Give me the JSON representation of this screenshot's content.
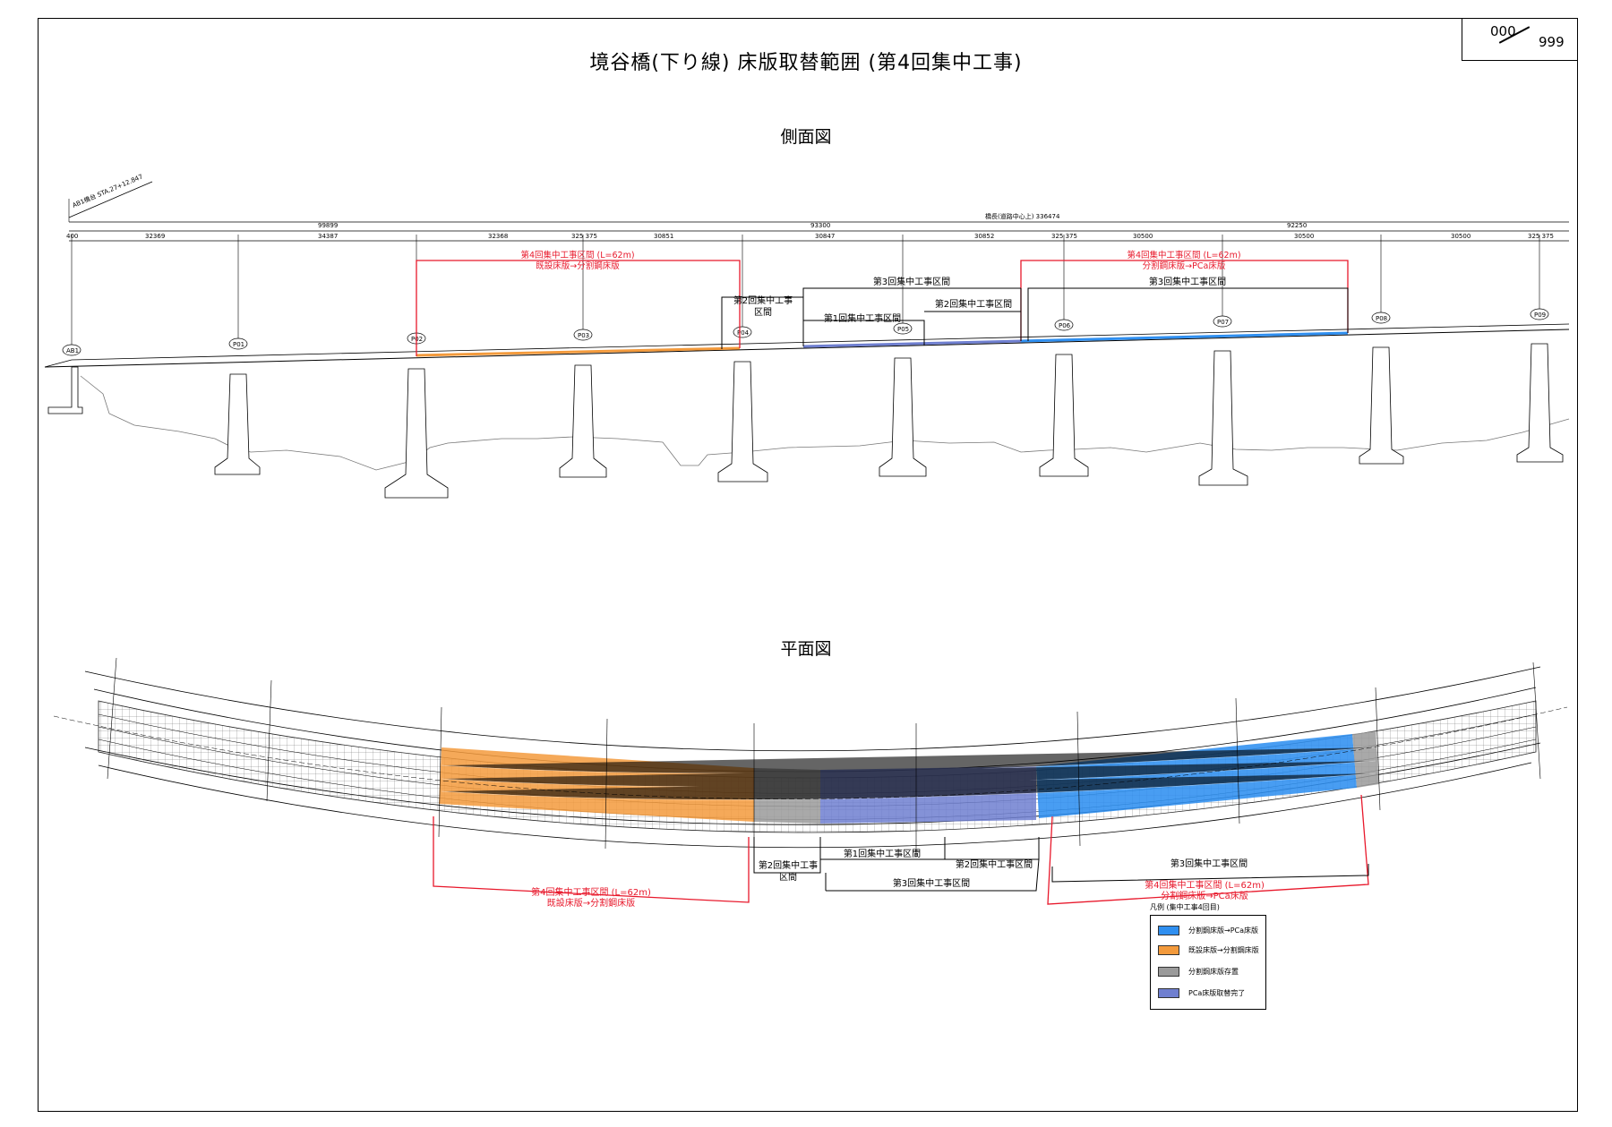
{
  "sheet": {
    "number": "000",
    "total": "999"
  },
  "title": "境谷橋(下り線) 床版取替範囲 (第4回集中工事)",
  "side_view": {
    "heading": "側面図",
    "station": "AB1橋台 STA.27+12.847",
    "total_length": "橋長(道路中心上) 336474",
    "span_groups": [
      "99899",
      "93300",
      "92250"
    ],
    "spans": [
      "400",
      "32369",
      "34387",
      "32368",
      "325 375",
      "30851",
      "30847",
      "30852",
      "325 375",
      "30500",
      "30500",
      "30500",
      "325 375"
    ],
    "piers": [
      "AB1",
      "P01",
      "P02",
      "P03",
      "P04",
      "P05",
      "P06",
      "P07",
      "P08",
      "P09"
    ],
    "phase4_left": {
      "line1": "第4回集中工事区間 (L=62m)",
      "line2": "既設床版→分割鋼床版"
    },
    "phase4_right": {
      "line1": "第4回集中工事区間 (L=62m)",
      "line2": "分割鋼床版→PCa床版"
    },
    "phase3": "第3回集中工事区間",
    "phase2_left_1": "第2回集中工事",
    "phase2_left_2": "区間",
    "phase1": "第1回集中工事区間",
    "phase2_right": "第2回集中工事区間"
  },
  "plan_view": {
    "heading": "平面図",
    "phase2_1": "第2回集中工事",
    "phase2_2": "区間",
    "phase1": "第1回集中工事区間",
    "phase2_right": "第2回集中工事区間",
    "phase3_bottom": "第3回集中工事区間",
    "phase3_right": "第3回集中工事区間",
    "phase4_left": {
      "line1": "第4回集中工事区間 (L=62m)",
      "line2": "既設床版→分割鋼床版"
    },
    "phase4_right": {
      "line1": "第4回集中工事区間 (L=62m)",
      "line2": "分割鋼床版→PCa床版"
    }
  },
  "legend": {
    "heading": "凡例 (集中工事4回目)",
    "items": [
      {
        "label": "分割鋼床版→PCa床版",
        "color": "#2f8ff0"
      },
      {
        "label": "既設床版→分割鋼床版",
        "color": "#f39a3c"
      },
      {
        "label": "分割鋼床版存置",
        "color": "#9a9a9a"
      },
      {
        "label": "PCa床版取替完了",
        "color": "#6f7fd0"
      }
    ]
  },
  "colors": {
    "red": "#e8182b",
    "blue": "#2f8ff0",
    "orange": "#f39a3c",
    "gray": "#9a9a9a",
    "purple": "#6f7fd0"
  }
}
